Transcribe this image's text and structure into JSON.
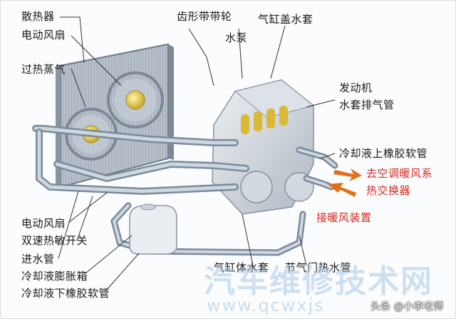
{
  "labels": {
    "radiator": "散热器",
    "electric_fan_top": "电动风扇",
    "overheat_steam": "过热蒸气",
    "toothed_pulley": "齿形带带轮",
    "cylinder_head_jacket": "气缸盖水套",
    "water_pump": "水泵",
    "engine_jacket_outlet_line1": "发动机",
    "engine_jacket_outlet_line2": "水套排气管",
    "coolant_upper_hose": "冷却液上橡胶软管",
    "to_heater_line1": "去空调暖风系",
    "to_heater_line2": "热交换器",
    "heater_device": "接暖风装置",
    "electric_fan_bottom": "电动风扇",
    "dual_speed_switch": "双速热敏开关",
    "inlet_pipe": "进水管",
    "expansion_tank": "冷却液膨胀箱",
    "coolant_lower_hose": "冷却液下橡胶软管",
    "cylinder_block_jacket": "气缸体水套",
    "throttle_heat_pipe": "节气门热水管"
  },
  "watermark": {
    "site_name": "汽车维修技术网",
    "url": "www.qcwxjs",
    "credit": "头条 @小李老师"
  },
  "colors": {
    "pipe": "#9fb0c2",
    "radiator": "#8c96a3",
    "fan_hub": "#e2c640",
    "engine": "#c5ccd4",
    "red_text": "#d42a1f",
    "arrow": "#e0701a"
  }
}
